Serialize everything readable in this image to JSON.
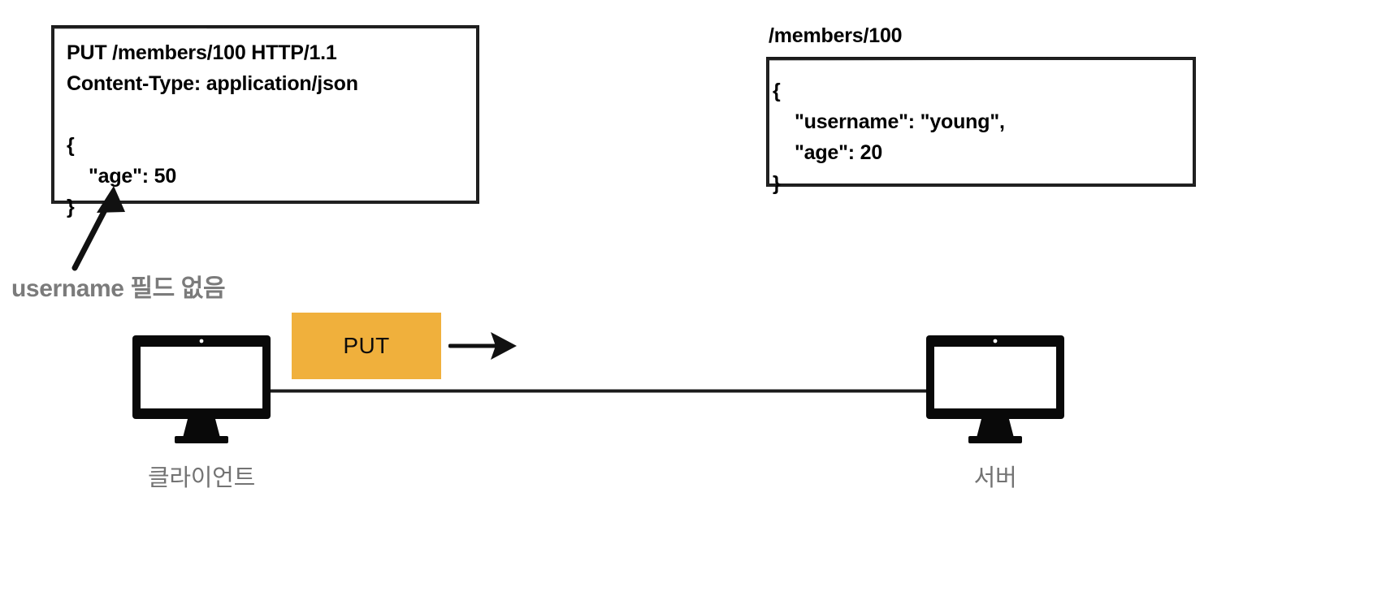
{
  "diagram": {
    "title": "HTTP PUT request replaces resource",
    "request_box": {
      "name": "http-request",
      "code": "PUT /members/100 HTTP/1.1\nContent-Type: application/json\n\n{\n    \"age\": 50\n}"
    },
    "resource_box": {
      "name": "server-resource",
      "path_label": "/members/100",
      "code": "{\n    \"username\": \"young\",\n    \"age\": 20\n}"
    },
    "annotation": {
      "text": "username 필드 없음",
      "color": "#7b7b7b"
    },
    "method_badge": {
      "label": "PUT",
      "background": "#f0b03c",
      "text_color": "#0c0c0c"
    },
    "client": {
      "caption": "클라이언트",
      "icon": "monitor-icon"
    },
    "server": {
      "caption": "서버",
      "icon": "monitor-icon"
    },
    "connection": {
      "name": "network-line",
      "color": "#1a1a1a"
    },
    "colors": {
      "background": "#ffffff",
      "ink": "#000000",
      "muted": "#737373",
      "accent": "#f0b03c"
    }
  }
}
